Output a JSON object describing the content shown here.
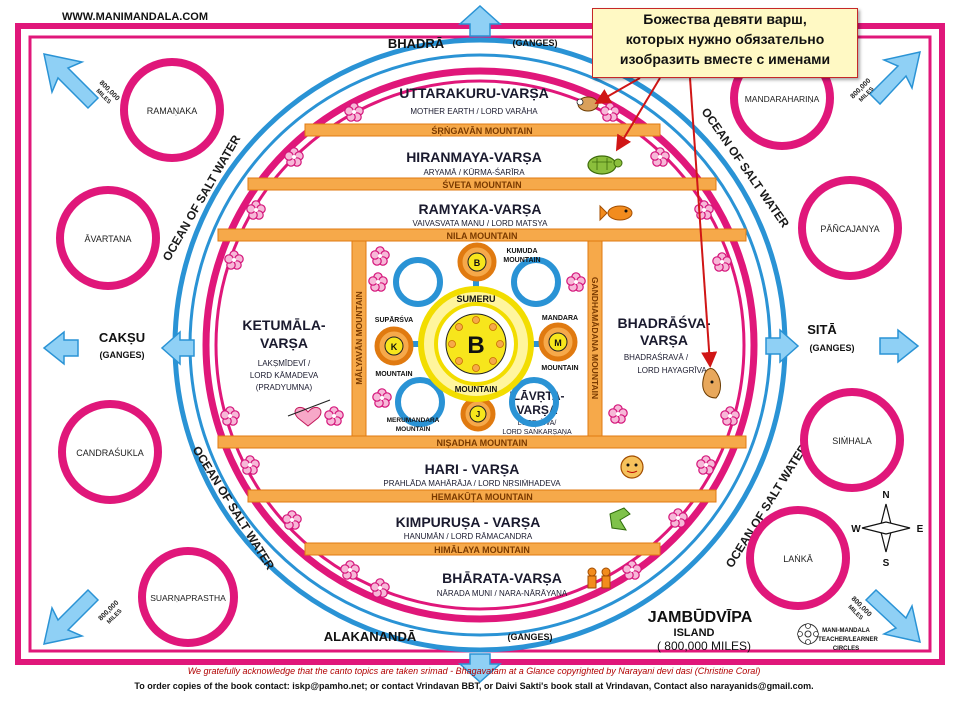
{
  "header": {
    "website": "WWW.MANIMANDALA.COM"
  },
  "callout": {
    "lines": [
      "Божества девяти варш,",
      "которых нужно обязательно",
      "изобразить вместе с именами"
    ]
  },
  "rivers": {
    "north": "BHADRĀ",
    "north_ganges": "(GANGES)",
    "south": "ALAKANANDĀ",
    "south_ganges": "(GANGES)",
    "west": "CAKṢU",
    "west_ganges": "(GANGES)",
    "east": "SITĀ",
    "east_ganges": "(GANGES)"
  },
  "ocean": {
    "label": "OCEAN OF SALT WATER"
  },
  "distance": {
    "label": "800,000",
    "unit": "MILES"
  },
  "islands": [
    "RAMAṆAKA",
    "ĀVARTANA",
    "CANDRAŚUKLA",
    "SUARṆAPRASTHA",
    "MANDARAHARIṆA",
    "PĀÑCAJANYA",
    "SIṀHALA",
    "LAṄKĀ"
  ],
  "varsas": {
    "uttarakuru": {
      "title": "UTTARAKURU-VARṢA",
      "deity": "MOTHER EARTH / LORD VARĀHA"
    },
    "hiranmaya": {
      "title": "HIRANMAYA-VARṢA",
      "deity": "ARYAMĀ / KŪRMA-ŚARĪRA"
    },
    "ramyaka": {
      "title": "RAMYAKA-VARṢA",
      "deity": "VAIVASVATA MANU / LORD MATSYA"
    },
    "ketumala": {
      "title1": "KETUMĀLA-",
      "title2": "VARṢA",
      "deity1": "LAKṢMĪDEVĪ /",
      "deity2": "LORD KĀMADEVA",
      "deity3": "(PRADYUMNA)"
    },
    "bhadrasva": {
      "title1": "BHADRĀŚVA-",
      "title2": "VARṢA",
      "deity1": "BHADRAŚRAVĀ /",
      "deity2": "LORD HAYAGRĪVA"
    },
    "ilavrta": {
      "title1": "ILĀVṚTA-",
      "title2": "VARṢA",
      "deity1": "LORD ŚIVA/",
      "deity2": "LORD SAṄKARṢAṆA"
    },
    "hari": {
      "title": "HARI - VARṢA",
      "deity": "PRAHLĀDA MAHĀRĀJA / LORD NṚSIṀHADEVA"
    },
    "kimpurusa": {
      "title": "KIMPURUṢA - VARṢA",
      "deity": "HANUMĀN / LORD RĀMACANDRA"
    },
    "bharata": {
      "title": "BHĀRATA-VARṢA",
      "deity": "NĀRADA MUNI / NARA-NĀRĀYAṆA"
    }
  },
  "mountains": {
    "srngavan": "ŚṚṄGAVĀN MOUNTAIN",
    "sveta": "ŚVETA MOUNTAIN",
    "nila": "NILA MOUNTAIN",
    "malyavan": "MĀLYAVĀN MOUNTAIN",
    "gandhamadana": "GANDHAMĀDANA MOUNTAIN",
    "nisadha": "NIṢADHA MOUNTAIN",
    "hemakuta": "HEMAKŪṬA MOUNTAIN",
    "himalaya": "HIMĀLAYA MOUNTAIN"
  },
  "center": {
    "sumeru": "SUMERU",
    "mountain": "MOUNTAIN",
    "b_letter": "B",
    "kumuda": "KUMUDA",
    "kumuda_m": "MOUNTAIN",
    "suparsva": "SUPĀRŚVA",
    "suparsva_m": "MOUNTAIN",
    "mandara": "MANDARA",
    "mandara_m": "MOUNTAIN",
    "merumandara": "MERUMANDARA",
    "merumandara_m": "MOUNTAIN",
    "letters": {
      "top": "B",
      "left": "K",
      "right": "M",
      "bottom": "J"
    }
  },
  "compass": {
    "n": "N",
    "s": "S",
    "e": "E",
    "w": "W"
  },
  "jambudvipa": {
    "title": "JAMBŪDVĪPA",
    "island": "ISLAND",
    "miles": "( 800,000 MILES)"
  },
  "legend": {
    "line1": "MANI-MANDALA",
    "line2": "TEACHER/LEARNER",
    "line3": "CIRCLES"
  },
  "footer": {
    "line1": "We gratefully acknowledge that the canto topics are taken srimad - Bhagavatam at a Glance copyrighted by Narayani devi dasi (Christine Coral)",
    "line2": "To order copies of the book contact: iskp@pamho.net; or contact Vrindavan BBT, or Daivi Sakti's book stall at Vrindavan, Contact also narayanids@gmail.com."
  },
  "colors": {
    "pink": "#e0177a",
    "blue": "#2a93d5",
    "orange": "#f28c1e",
    "yellow": "#f7e61c",
    "red_arrow": "#d01616"
  }
}
